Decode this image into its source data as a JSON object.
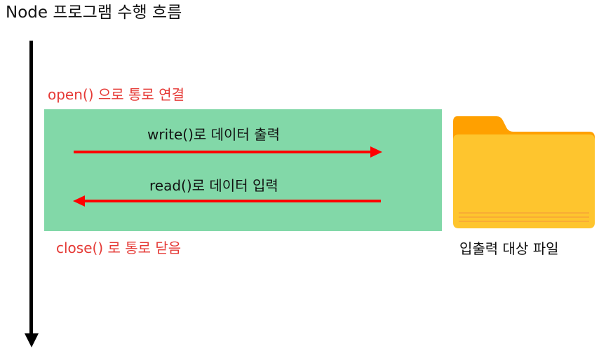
{
  "title": "Node 프로그램 수행 흐름",
  "labels": {
    "open": "open() 으로 통로 연결",
    "write": "write()로 데이터 출력",
    "read": "read()로 데이터 입력",
    "close": "close() 로 통로 닫음",
    "target": "입출력 대상 파일"
  },
  "colors": {
    "accent_red": "#e53935",
    "channel_green": "#82d8a8",
    "folder_yellow": "#fec52e",
    "folder_orange": "#ffa000"
  },
  "icons": {
    "folder": "folder-icon",
    "flow": "down-arrow"
  }
}
